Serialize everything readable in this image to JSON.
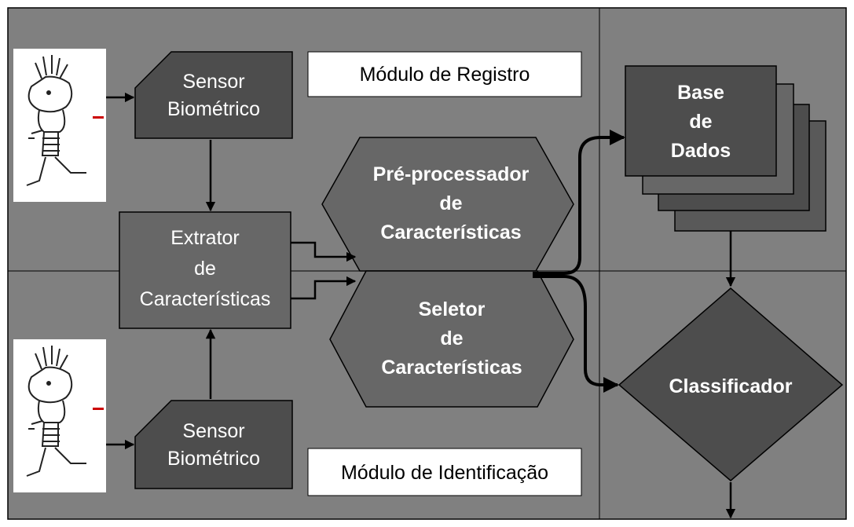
{
  "modules": {
    "registration": "Módulo de Registro",
    "identification": "Módulo de Identificação"
  },
  "nodes": {
    "sensor_top": [
      "Sensor",
      "Biométrico"
    ],
    "sensor_bottom": [
      "Sensor",
      "Biométrico"
    ],
    "extractor": [
      "Extrator",
      "de",
      "Características"
    ],
    "preprocessor": [
      "Pré-processador",
      "de",
      "Características"
    ],
    "selector": [
      "Seletor",
      "de",
      "Características"
    ],
    "database": [
      "Base",
      "de",
      "Dados"
    ],
    "classifier": "Classificador"
  },
  "colors": {
    "background": "#808080",
    "node_fill": "#4d4d4d",
    "node_fill_light": "#676767",
    "panel_border": "#000000",
    "text_light": "#ffffff",
    "text_dark": "#000000"
  }
}
